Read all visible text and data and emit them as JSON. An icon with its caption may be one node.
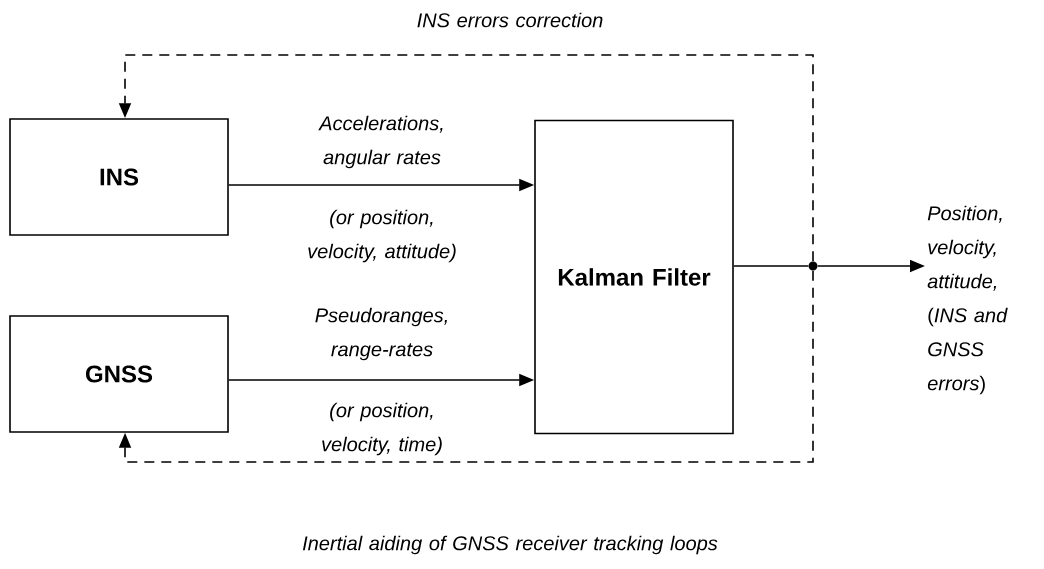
{
  "diagram": {
    "nodes": [
      {
        "text": [
          "INS"
        ]
      },
      {
        "text": [
          "GNSS"
        ]
      },
      {
        "text": [
          "Kalman Filter"
        ]
      },
      {
        "text": [
          "*Position, velocity, attitude,* (*INS and GNSS errors*)"
        ]
      },
      {
        "text": [],
        "shape": "circle"
      }
    ],
    "edges": [
      {
        "from": 0,
        "to": 2,
        "arrow": "to",
        "label": "Accelerations, angular rates"
      },
      {
        "from": 1,
        "to": 2,
        "arrow": "to",
        "label": "Pseudoranges, range-rates"
      },
      {
        "from": 2,
        "to": 4,
        "arrow": "none"
      },
      {
        "from": 4,
        "to": 3,
        "arrow": "to"
      },
      {
        "from": 4,
        "to": 0,
        "arrow": "to",
        "style": "dashed",
        "label": "INS errors correction"
      },
      {
        "from": 4,
        "to": 1,
        "arrow": "to",
        "style": "dashed",
        "label": "Inertial aiding of GNSS receiver tracking loops"
      }
    ],
    "labels": [
      "(or position, velocity, attitude)",
      "(or position, velocity, time)"
    ]
  }
}
